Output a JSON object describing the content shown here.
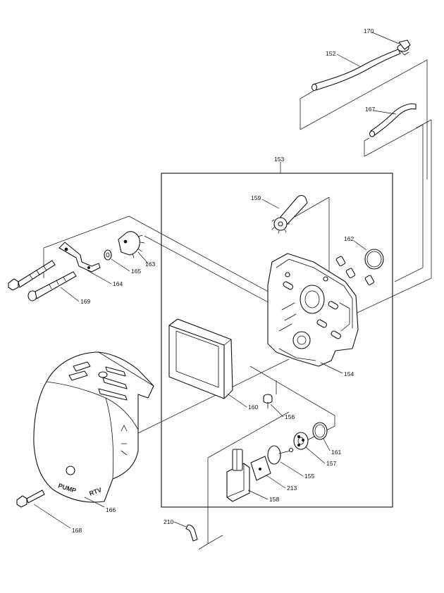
{
  "parts": [
    {
      "id": "p152",
      "number": "152"
    },
    {
      "id": "p153",
      "number": "153"
    },
    {
      "id": "p154",
      "number": "154"
    },
    {
      "id": "p155",
      "number": "155"
    },
    {
      "id": "p156",
      "number": "156"
    },
    {
      "id": "p157",
      "number": "157"
    },
    {
      "id": "p158",
      "number": "158"
    },
    {
      "id": "p159",
      "number": "159"
    },
    {
      "id": "p160",
      "number": "160"
    },
    {
      "id": "p161",
      "number": "161"
    },
    {
      "id": "p162",
      "number": "162"
    },
    {
      "id": "p163",
      "number": "163"
    },
    {
      "id": "p164",
      "number": "164"
    },
    {
      "id": "p165",
      "number": "165"
    },
    {
      "id": "p166",
      "number": "166"
    },
    {
      "id": "p167",
      "number": "167"
    },
    {
      "id": "p168",
      "number": "168"
    },
    {
      "id": "p169",
      "number": "169"
    },
    {
      "id": "p170",
      "number": "170"
    },
    {
      "id": "p210",
      "number": "210"
    },
    {
      "id": "p213",
      "number": "213"
    }
  ],
  "cover_marking": "PUMP",
  "cover_brand": "RTV"
}
